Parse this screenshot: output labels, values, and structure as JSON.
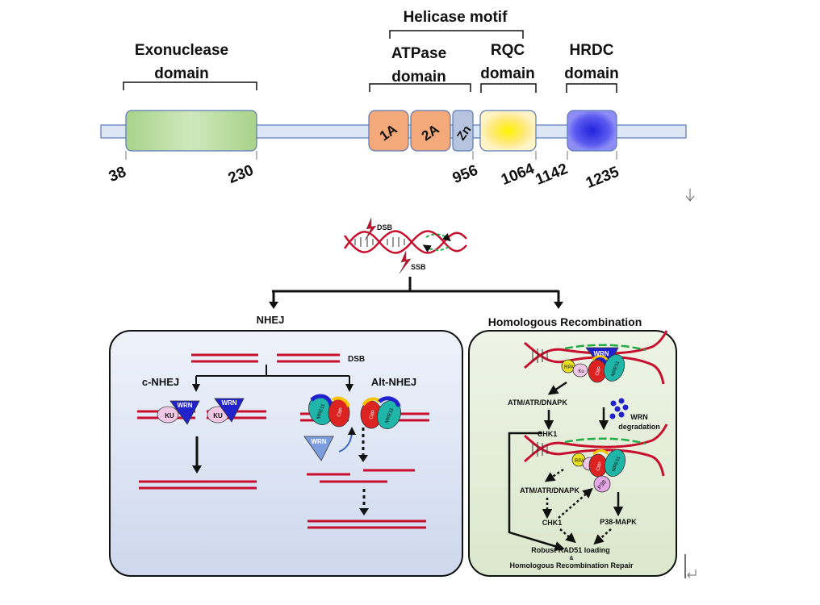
{
  "domain_map": {
    "helicase_motif": "Helicase motif",
    "exonuclease": [
      "Exonuclease",
      "domain"
    ],
    "atpase": [
      "ATPase",
      "domain"
    ],
    "rqc": [
      "RQC",
      "domain"
    ],
    "hrdc": [
      "HRDC",
      "domain"
    ],
    "subdomain_1a": "1A",
    "subdomain_2a": "2A",
    "subdomain_zn": "Zn",
    "positions": [
      "38",
      "230",
      "956",
      "1064",
      "1142",
      "1235"
    ]
  },
  "colors": {
    "exonuclease": "#b9dc9f",
    "atpase": "#f3a979",
    "rqc": "#ffee00",
    "hrdc": "#3f3fe0",
    "backbone": "#dde6f4",
    "dna_red": "#c8102e",
    "panel_left": "#dde5f4",
    "panel_right": "#e6efdc"
  },
  "pathway": {
    "dsb_top": "DSB",
    "ssb": "SSB",
    "nhej": "NHEJ",
    "hr": "Homologous Recombination",
    "left_panel": {
      "dsb": "DSB",
      "c_nhej": "c-NHEJ",
      "alt_nhej": "Alt-NHEJ",
      "ku": "KU",
      "wrn": "WRN",
      "mre11": "MRE11",
      "ctip": "CtIP"
    },
    "right_panel": {
      "wrn": "WRN",
      "rpa": "RPA",
      "ku": "Ku",
      "ctip": "CtIP",
      "mre11": "MRE11",
      "atm1": "ATM/ATR/DNAPK",
      "chk1a": "CHK1",
      "wrn_degradation": [
        "WRN",
        "degradation"
      ],
      "atm2": "ATM/ATR/DNAPK",
      "p38": "P38",
      "chk1b": "CHK1",
      "p38mapk": "P38-MAPK",
      "outcome": [
        "Robust RAD51 loading",
        "&",
        "Homologous Recombination Repair"
      ]
    }
  }
}
